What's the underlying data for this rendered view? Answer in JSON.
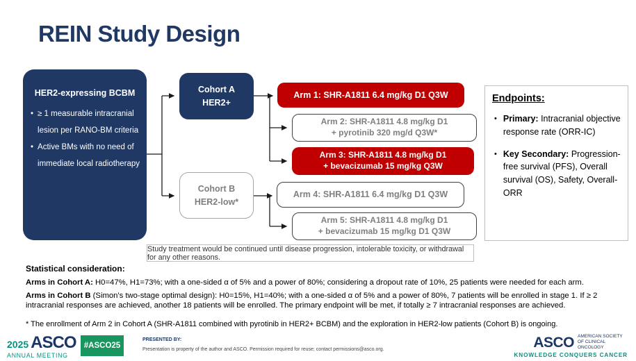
{
  "title": "REIN Study Design",
  "diagram": {
    "population": {
      "title": "HER2-expressing BCBM",
      "bullets": [
        "≥ 1 measurable intracranial lesion per RANO-BM criteria",
        "Active BMs with no need of immediate local radiotherapy"
      ]
    },
    "cohort_a": "Cohort A\nHER2+",
    "cohort_b": "Cohort B\nHER2-low*",
    "arm1": "Arm 1: SHR-A1811 6.4 mg/kg D1 Q3W",
    "arm2": "Arm 2: SHR-A1811 4.8 mg/kg D1\n+ pyrotinib 320 mg/d Q3W*",
    "arm3": "Arm 3: SHR-A1811 4.8 mg/kg D1\n+ bevacizumab 15 mg/kg Q3W",
    "arm4": "Arm 4: SHR-A1811 6.4 mg/kg D1 Q3W",
    "arm5": "Arm 5: SHR-A1811 4.8 mg/kg D1\n+ bevacizumab 15 mg/kg D1 Q3W",
    "note": "Study treatment would be continued until disease progression, intolerable toxicity, or withdrawal for any other reasons."
  },
  "endpoints": {
    "heading": "Endpoints:",
    "primary_label": "Primary:",
    "primary_text": " Intracranial objective response rate (ORR-IC)",
    "secondary_label": "Key Secondary:",
    "secondary_text": " Progression-free survival (PFS), Overall survival (OS), Safety, Overall-ORR"
  },
  "statistics": {
    "heading": "Statistical consideration:",
    "cohort_a_label": "Arms in Cohort A:",
    "cohort_a_text": " H0=47%, H1=73%; with a one-sided α of 5% and a power of 80%; considering a dropout rate of 10%, 25 patients were needed for each arm.",
    "cohort_b_label": "Arms in Cohort B",
    "cohort_b_text": " (Simon's two-stage optimal design): H0=15%, H1=40%; with a one-sided α of 5% and a power of 80%, 7 patients will be enrolled in stage 1. If ≥ 2 intracranial responses are achieved, another 18 patients will be enrolled. The primary endpoint will be met, if totally ≥ 7 intracranial responses are achieved.",
    "footnote": "* The enrollment of Arm 2 in Cohort A (SHR-A1811 combined with pyrotinib in HER2+ BCBM) and the exploration in HER2-low patients (Cohort B) is ongoing."
  },
  "footer": {
    "meeting_year": "2025",
    "meeting_org": "ASCO",
    "meeting_sub": "ANNUAL MEETING",
    "hashtag": "#ASCO25",
    "presented_by": "PRESENTED BY:",
    "permission": "Presentation is property of the author and ASCO. Permission required for reuse; contact permissions@asco.org.",
    "asco_org": "ASCO",
    "asco_society": "AMERICAN SOCIETY OF CLINICAL ONCOLOGY",
    "asco_tagline": "KNOWLEDGE CONQUERS CANCER"
  },
  "colors": {
    "navy": "#1F3864",
    "red": "#C00000",
    "gray_text": "#7F7F7F",
    "badge_green": "#18965D",
    "teal": "#00947E"
  }
}
